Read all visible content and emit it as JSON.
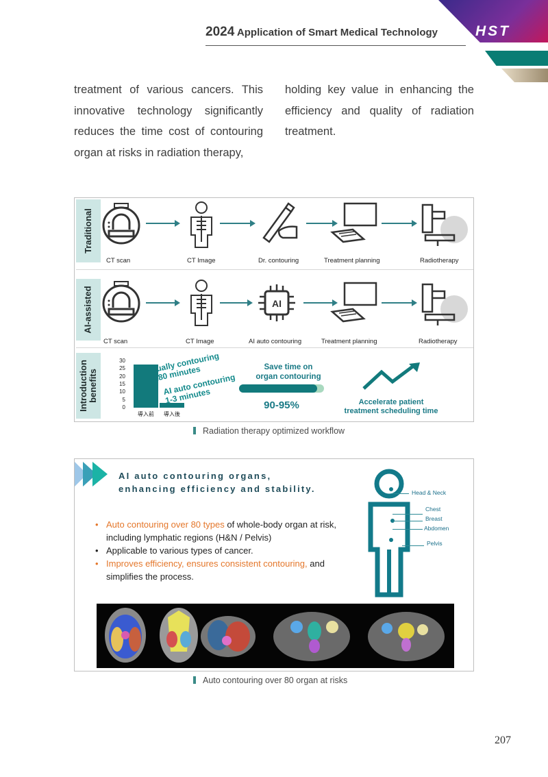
{
  "header": {
    "year": "2024",
    "title": "Application of Smart Medical Technology",
    "logo": "HST"
  },
  "body_text": {
    "left_column": "treatment of various cancers. This innovative technology significantly reduces the time cost of contouring organ at risks in radiation therapy,",
    "right_column": "holding key value in enhancing the efficiency and quality of radiation treatment."
  },
  "figure1": {
    "caption": "Radiation therapy optimized workflow",
    "rows": {
      "traditional": {
        "label": "Traditional",
        "steps": [
          "CT scan",
          "CT Image",
          "Dr. contouring",
          "Treatment planning",
          "Radiotherapy"
        ]
      },
      "ai_assisted": {
        "label": "AI-assisted",
        "steps": [
          "CT scan",
          "CT Image",
          "AI auto contouring",
          "Treatment planning",
          "Radiotherapy"
        ]
      }
    },
    "benefits": {
      "label_line1": "Introduction",
      "label_line2": "benefits",
      "manual_text_line1": "Manually contouring",
      "manual_text_line2": "30-180 minutes",
      "ai_text_line1": "AI auto contouring",
      "ai_text_line2": "1-3 minutes",
      "save_line1": "Save time on",
      "save_line2": "organ contouring",
      "percent": "90-95%",
      "accel_line1": "Accelerate patient",
      "accel_line2": "treatment scheduling time"
    },
    "chart_data": {
      "type": "bar",
      "categories": [
        "導入前",
        "導入後"
      ],
      "values": [
        28,
        3
      ],
      "yticks": [
        "30",
        "25",
        "20",
        "15",
        "10",
        "5",
        "0"
      ],
      "ylim": [
        0,
        30
      ]
    },
    "save_progress": 0.92,
    "colors": {
      "teal": "#127a7c",
      "label_bg": "#cde6e4",
      "progress_bg": "#a9d9bf"
    }
  },
  "figure2": {
    "caption": "Auto contouring over 80 organ at risks",
    "title_line1": "AI auto contouring organs,",
    "title_line2": "enhancing efficiency and stability.",
    "bullet1_orange": "Auto contouring over 80 types",
    "bullet1_rest": " of whole-body organ at risk, including lymphatic regions (H&N / Pelvis)",
    "bullet2": "Applicable to various types of cancer.",
    "bullet3_orange": "Improves efficiency, ensures consistent contouring,",
    "bullet3_rest": " and simplifies the process.",
    "body_labels": [
      "Head & Neck",
      "Chest",
      "Breast",
      "Abdomen",
      "Pelvis"
    ],
    "colors": {
      "orange": "#e4772b",
      "navy": "#1e4b59"
    }
  },
  "page_number": "207"
}
